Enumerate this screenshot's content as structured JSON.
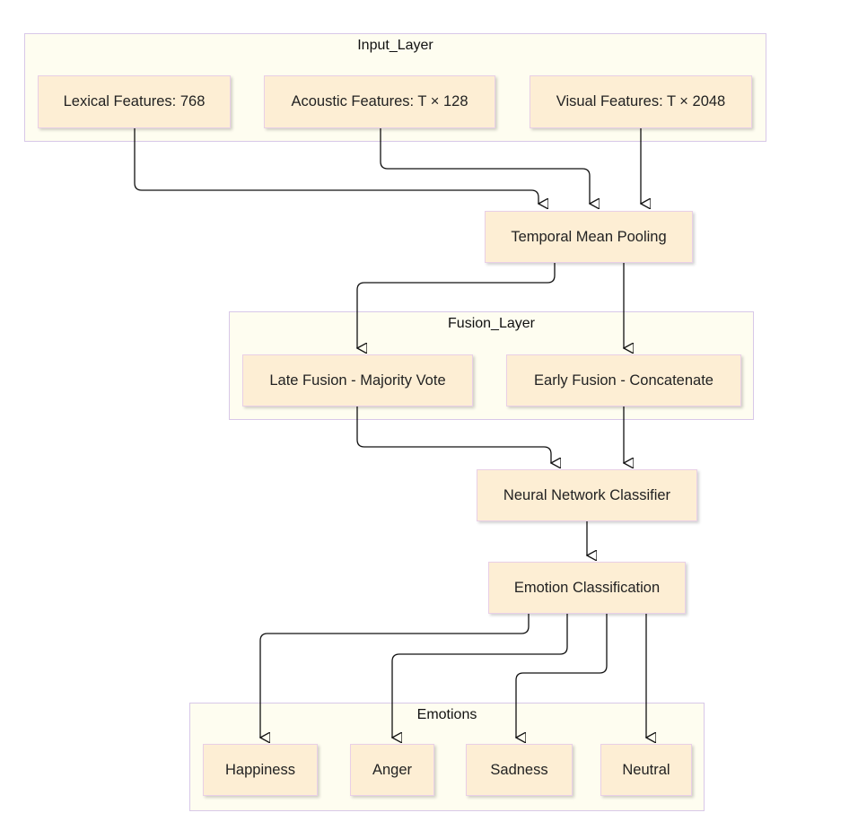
{
  "clusters": {
    "input": "Input_Layer",
    "fusion": "Fusion_Layer",
    "emotions": "Emotions"
  },
  "nodes": {
    "lexical": "Lexical Features: 768",
    "acoustic": "Acoustic Features: T × 128",
    "visual": "Visual Features: T × 2048",
    "pooling": "Temporal Mean Pooling",
    "late_fusion": "Late Fusion - Majority Vote",
    "early_fusion": "Early Fusion - Concatenate",
    "classifier": "Neural Network Classifier",
    "emotion_classification": "Emotion Classification",
    "happiness": "Happiness",
    "anger": "Anger",
    "sadness": "Sadness",
    "neutral": "Neutral"
  },
  "edges": [
    {
      "from": "lexical",
      "to": "pooling"
    },
    {
      "from": "acoustic",
      "to": "pooling"
    },
    {
      "from": "visual",
      "to": "pooling"
    },
    {
      "from": "pooling",
      "to": "late_fusion"
    },
    {
      "from": "pooling",
      "to": "early_fusion"
    },
    {
      "from": "late_fusion",
      "to": "classifier"
    },
    {
      "from": "early_fusion",
      "to": "classifier"
    },
    {
      "from": "classifier",
      "to": "emotion_classification"
    },
    {
      "from": "emotion_classification",
      "to": "happiness"
    },
    {
      "from": "emotion_classification",
      "to": "anger"
    },
    {
      "from": "emotion_classification",
      "to": "sadness"
    },
    {
      "from": "emotion_classification",
      "to": "neutral"
    }
  ]
}
